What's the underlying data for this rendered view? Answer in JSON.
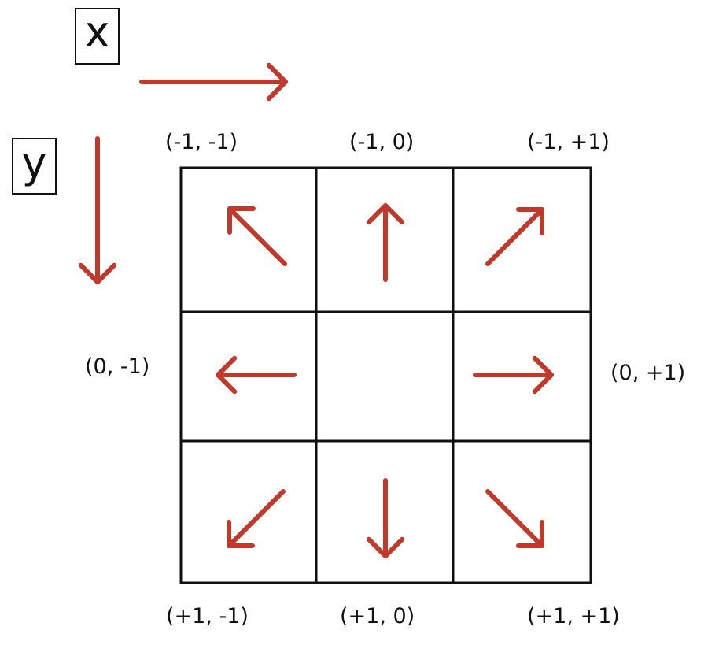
{
  "axes": {
    "x_label": "x",
    "y_label": "y"
  },
  "grid": {
    "rows": 3,
    "cols": 3
  },
  "neighbors": [
    {
      "id": "nw",
      "label": "(-1, -1)",
      "direction": "up-left"
    },
    {
      "id": "n",
      "label": "(-1, 0)",
      "direction": "up"
    },
    {
      "id": "ne",
      "label": "(-1, +1)",
      "direction": "up-right"
    },
    {
      "id": "w",
      "label": "(0, -1)",
      "direction": "left"
    },
    {
      "id": "e",
      "label": "(0, +1)",
      "direction": "right"
    },
    {
      "id": "sw",
      "label": "(+1, -1)",
      "direction": "down-left"
    },
    {
      "id": "s",
      "label": "(+1, 0)",
      "direction": "down"
    },
    {
      "id": "se",
      "label": "(+1, +1)",
      "direction": "down-right"
    }
  ],
  "colors": {
    "arrow": "#c0392b",
    "grid_line": "#111111",
    "text": "#111111"
  }
}
